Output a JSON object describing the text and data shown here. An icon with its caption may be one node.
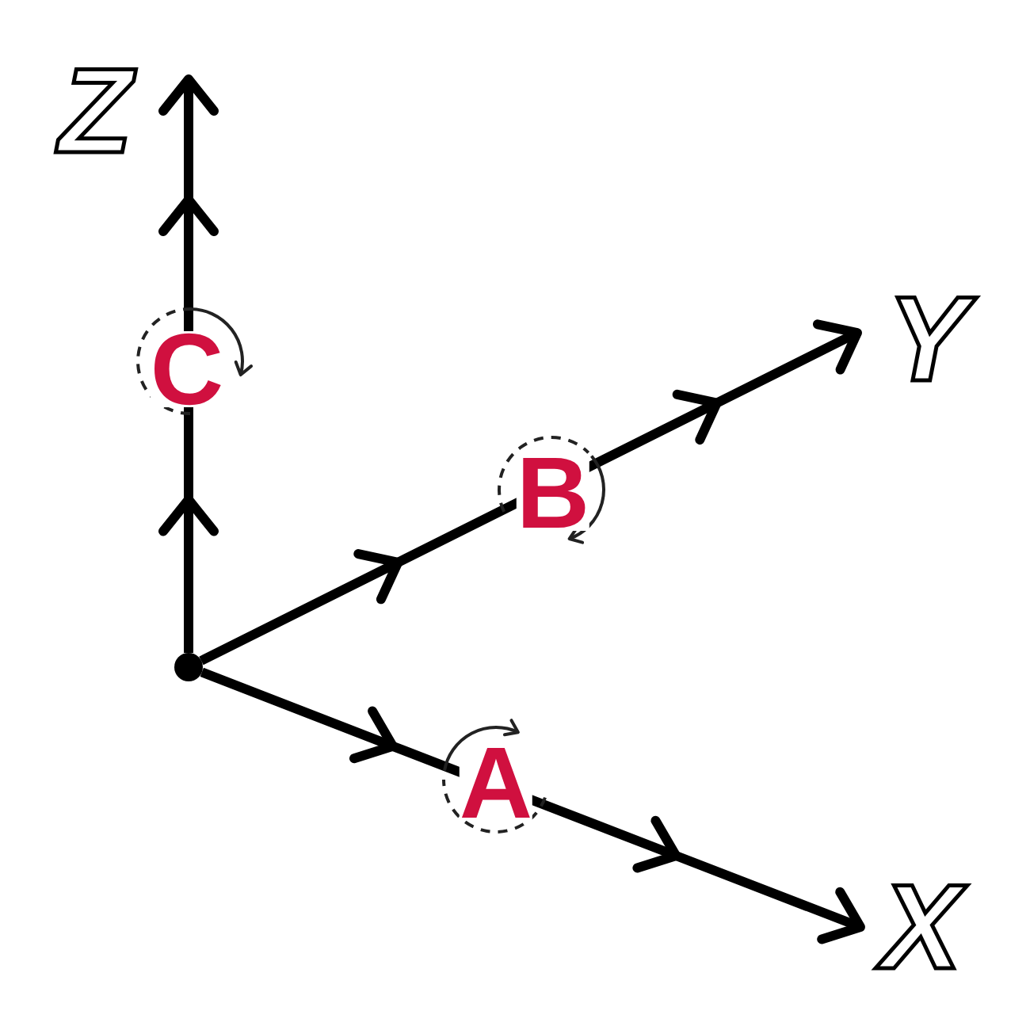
{
  "diagram": {
    "nodes": [
      {
        "text": [
          "Z"
        ]
      },
      {
        "text": [
          "Y"
        ]
      },
      {
        "text": [],
        "shape": "circle"
      },
      {
        "text": [
          "X"
        ]
      }
    ],
    "edges": [
      {
        "from": 2,
        "to": 0,
        "arrow": "to",
        "label": "C"
      },
      {
        "from": 2,
        "to": 1,
        "arrow": "to",
        "label": "B"
      },
      {
        "from": 2,
        "to": 3,
        "arrow": "to",
        "label": "A"
      }
    ]
  }
}
